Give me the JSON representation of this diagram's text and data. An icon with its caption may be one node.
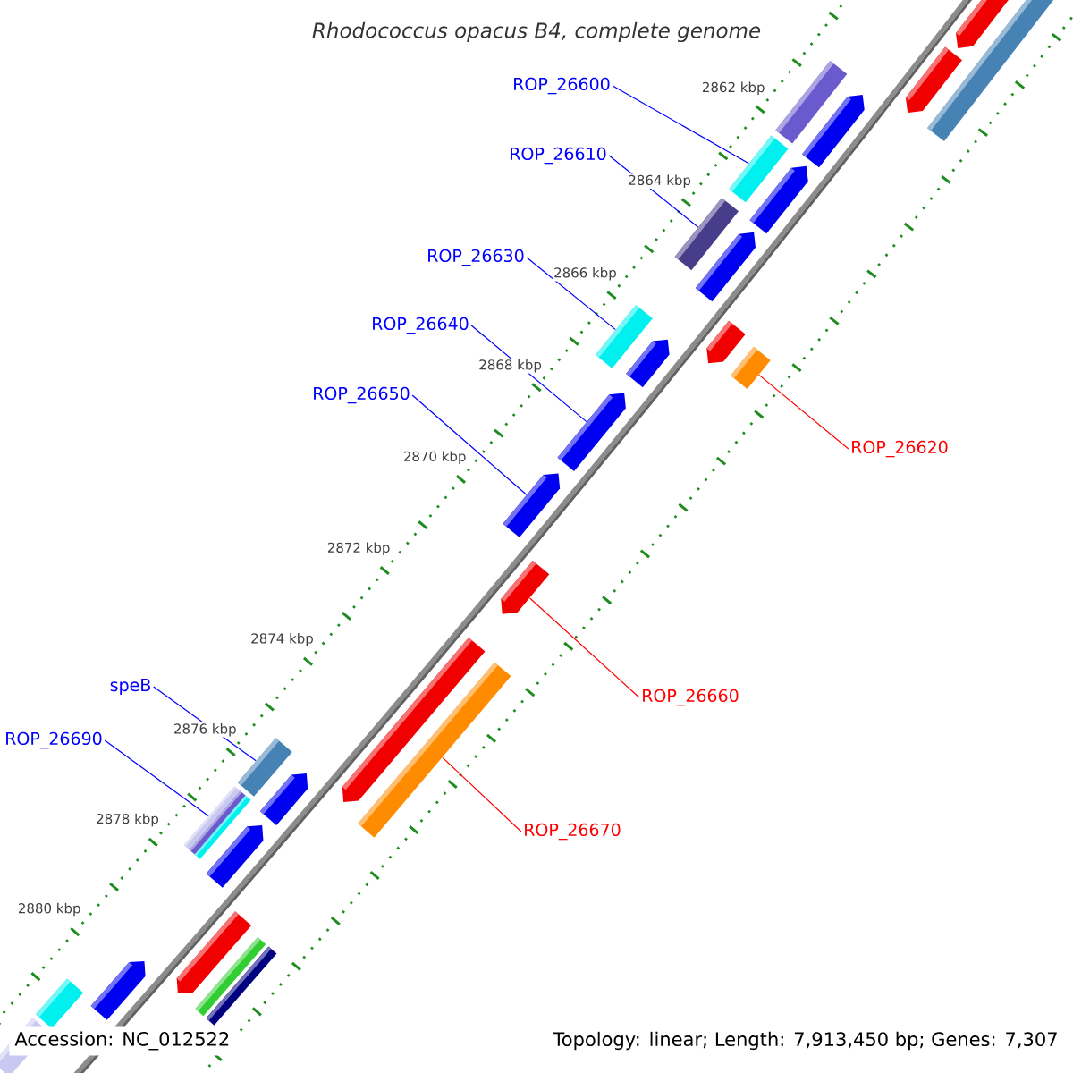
{
  "diagram": {
    "title": "Rhodococcus opacus B4, complete genome",
    "nodes": [
      {
        "text": [
          "ROP_26600"
        ]
      },
      {
        "text": [],
        "shape": "bar"
      },
      {
        "text": [
          "ROP_26610"
        ]
      },
      {
        "text": [],
        "shape": "bar"
      },
      {
        "text": [
          "ROP_26630"
        ]
      },
      {
        "text": [],
        "shape": "bar"
      },
      {
        "text": [
          "ROP_26640"
        ]
      },
      {
        "text": [],
        "shape": "arrow"
      },
      {
        "text": [
          "ROP_26620"
        ]
      },
      {
        "text": [],
        "shape": "bar"
      },
      {
        "text": [
          "ROP_26650"
        ]
      },
      {
        "text": [],
        "shape": "arrow"
      },
      {
        "text": [
          "ROP_26660"
        ]
      },
      {
        "text": [],
        "shape": "arrow"
      },
      {
        "text": [
          "speB"
        ]
      },
      {
        "text": [],
        "shape": "bar"
      },
      {
        "text": [
          "ROP_26690"
        ]
      },
      {
        "text": [],
        "shape": "bar"
      },
      {
        "text": [
          "ROP_26670"
        ]
      },
      {
        "text": [],
        "shape": "bar"
      },
      {
        "text": [],
        "shape": "bar"
      },
      {
        "text": [],
        "shape": "arrow"
      },
      {
        "text": [],
        "shape": "arrow"
      },
      {
        "text": [],
        "shape": "bar"
      },
      {
        "text": [],
        "shape": "arrow"
      },
      {
        "text": [],
        "shape": "arrow"
      },
      {
        "text": [],
        "shape": "arrow"
      },
      {
        "text": [],
        "shape": "arrow"
      },
      {
        "text": [],
        "shape": "arrow"
      },
      {
        "text": [],
        "shape": "arrow"
      },
      {
        "text": [],
        "shape": "arrow"
      },
      {
        "text": [],
        "shape": "arrow"
      },
      {
        "text": [],
        "shape": "arrow"
      },
      {
        "text": [],
        "shape": "bar"
      },
      {
        "text": [],
        "shape": "arrow"
      },
      {
        "text": [],
        "shape": "bar"
      },
      {
        "text": [],
        "shape": "bar"
      }
    ],
    "edges": [
      {
        "from": 0,
        "to": 1,
        "arrow": "none"
      },
      {
        "from": 2,
        "to": 3,
        "arrow": "none"
      },
      {
        "from": 4,
        "to": 5,
        "arrow": "none"
      },
      {
        "from": 6,
        "to": 7,
        "arrow": "none"
      },
      {
        "from": 8,
        "to": 9,
        "arrow": "none",
        "color": "#ff0000"
      },
      {
        "from": 10,
        "to": 11,
        "arrow": "none"
      },
      {
        "from": 12,
        "to": 13,
        "arrow": "none",
        "color": "#ff0000"
      },
      {
        "from": 14,
        "to": 15,
        "arrow": "none"
      },
      {
        "from": 16,
        "to": 17,
        "arrow": "none"
      },
      {
        "from": 18,
        "to": 19,
        "arrow": "none",
        "color": "#ff0000"
      }
    ],
    "labels": [
      "2862 kbp",
      "2864 kbp",
      "2866 kbp",
      "2868 kbp",
      "2870 kbp",
      "2872 kbp",
      "2874 kbp",
      "2876 kbp",
      "2878 kbp",
      "2880 kbp",
      "Accession: NC_012522",
      "Topology: linear; Length: 7,913,450 bp; Genes: 7,307"
    ]
  }
}
